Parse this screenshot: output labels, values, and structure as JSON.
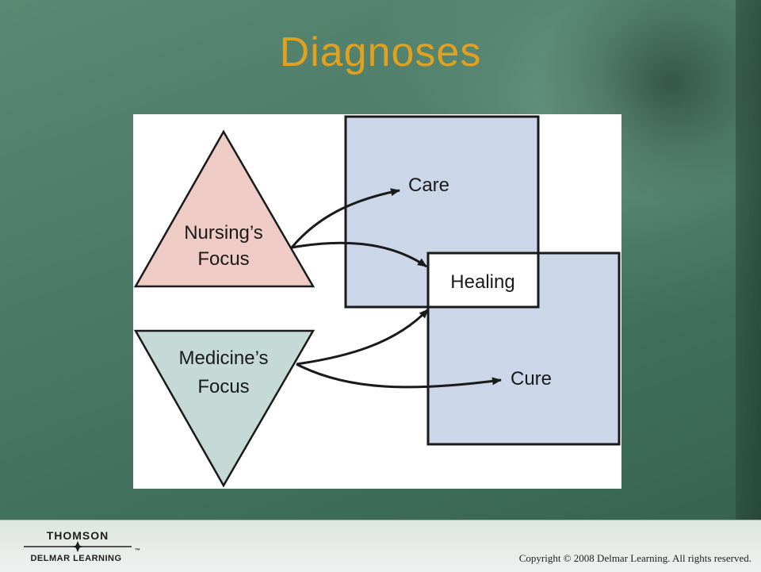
{
  "slide": {
    "title": "Diagnoses",
    "copyright": "Copyright © 2008 Delmar Learning. All rights reserved."
  },
  "logo": {
    "line1": "THOMSON",
    "line2": "DELMAR LEARNING",
    "mark": "™"
  },
  "diagram": {
    "nursing_focus": {
      "line1": "Nursing’s",
      "line2": "Focus"
    },
    "medicine_focus": {
      "line1": "Medicine’s",
      "line2": "Focus"
    },
    "care_label": "Care",
    "healing_label": "Healing",
    "cure_label": "Cure"
  },
  "colors": {
    "title": "#e2a01f",
    "nursing_fill": "#efcbc5",
    "medicine_fill": "#c5d9d7",
    "box_fill": "#cbd6e8",
    "stroke": "#1a1a1a"
  }
}
